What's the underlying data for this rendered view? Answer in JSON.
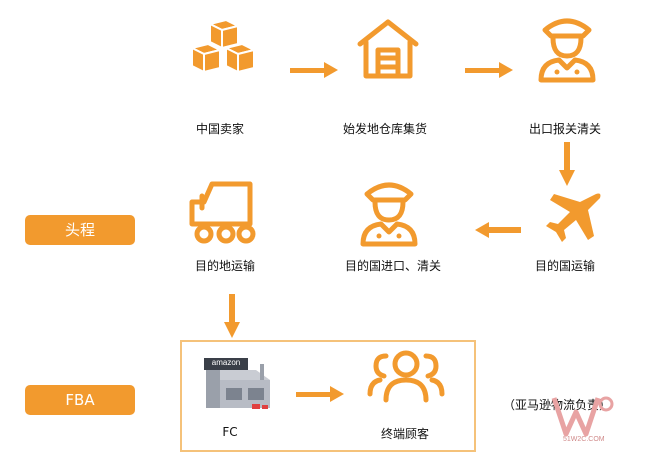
{
  "steps": {
    "seller": "中国卖家",
    "warehouse": "始发地仓库集货",
    "export": "出口报关清关",
    "dest_transport": "目的国运输",
    "import": "目的国进口、清关",
    "local_transport": "目的地运输",
    "fc": "FC",
    "customer": "终端顾客"
  },
  "phases": {
    "head": "头程",
    "fba": "FBA"
  },
  "note": "（亚马逊物流负责）",
  "fc_sign": "amazon",
  "watermark": {
    "main": "W",
    "sub": "51W2C.COM"
  },
  "colors": {
    "accent": "#f29a2e",
    "box_border": "#f5c27a",
    "watermark": "#e8a3a3"
  }
}
